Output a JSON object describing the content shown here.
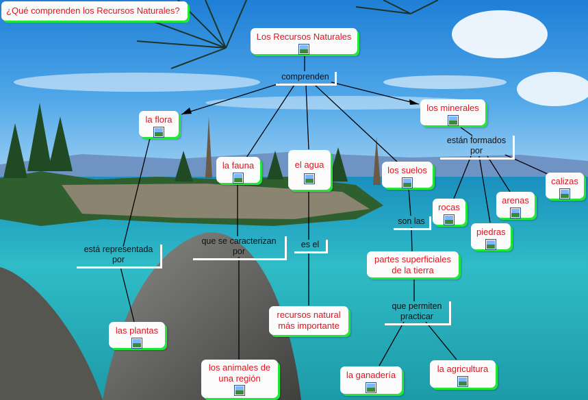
{
  "title": "¿Qué comprenden los Recursos Naturales?",
  "colors": {
    "node_text": "#e0141e",
    "node_shadow": "#22e63a",
    "link_text": "#111111"
  },
  "nodes": {
    "root": "Los Recursos Naturales",
    "flora": "la flora",
    "fauna": "la fauna",
    "agua": "el agua",
    "suelos": "los suelos",
    "minerales": "los minerales",
    "plantas": "las plantas",
    "animales": [
      "los animales de",
      "una región"
    ],
    "recursos": [
      "recursos natural",
      "más importante"
    ],
    "partes": [
      "partes superficiales",
      "de la tierra"
    ],
    "ganaderia": "la ganadería",
    "agricultura": "la agricultura",
    "rocas": "rocas",
    "piedras": "piedras",
    "arenas": "arenas",
    "calizas": "calizas"
  },
  "links": {
    "comprenden": "comprenden",
    "representada": [
      "está representada",
      "por"
    ],
    "caracterizan": [
      "que se caracterizan",
      "por"
    ],
    "es_el": "es el",
    "son_las": "son las",
    "permiten": [
      "que permiten",
      "practicar"
    ],
    "formados": [
      "están formados",
      "por"
    ]
  }
}
